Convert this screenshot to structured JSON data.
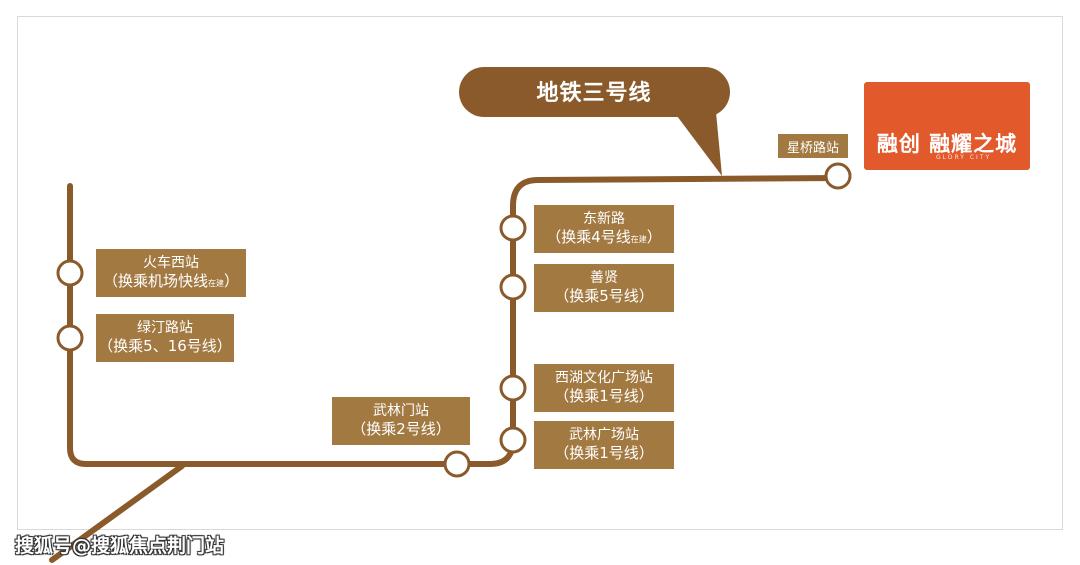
{
  "callout": {
    "text": "地铁三号线"
  },
  "brand": {
    "name": "融创 融耀之城",
    "sub": "GLORY CITY"
  },
  "stations": {
    "huochexi": {
      "name": "火车西站",
      "transfer": "（换乘机场快线",
      "note": "在建",
      "close": "）"
    },
    "lüting": {
      "name": "绿汀路站",
      "transfer": "（换乘5、16号线）"
    },
    "wulinmen": {
      "name": "武林门站",
      "transfer": "（换乘2号线）"
    },
    "wulinguangchang": {
      "name": "武林广场站",
      "transfer": "（换乘1号线）"
    },
    "xihu": {
      "name": "西湖文化广场站",
      "transfer": "（换乘1号线）"
    },
    "shanxian": {
      "name": "善贤",
      "transfer": "（换乘5号线）"
    },
    "dongxin": {
      "name": "东新路",
      "transfer": "（换乘4号线",
      "note": "在建",
      "close": "）"
    },
    "xingqiao": {
      "name": "星桥路站"
    }
  },
  "watermark": "搜狐号@搜狐焦点荆门站",
  "colors": {
    "line": "#8b5a2b",
    "label_bg": "#a37942",
    "callout_bg": "#8b5a2b",
    "brand_bg": "#e2592c"
  }
}
